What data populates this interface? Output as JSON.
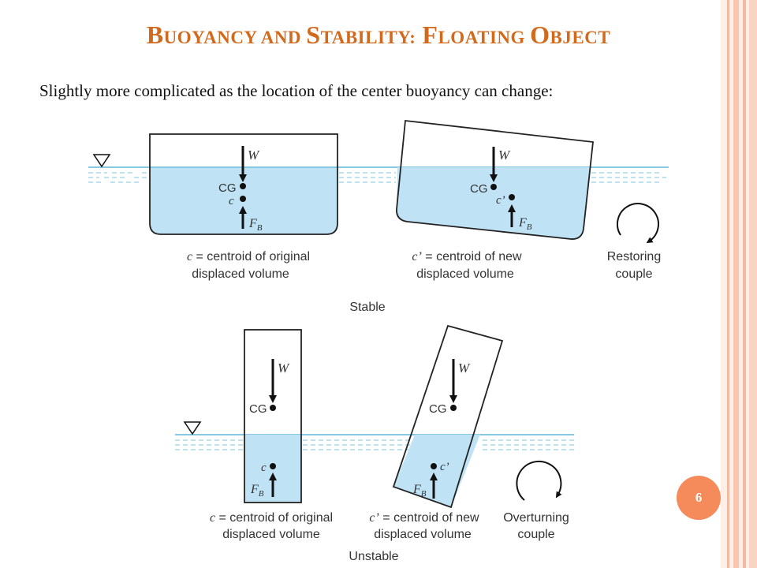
{
  "title": {
    "part1_first": "B",
    "part1_rest": "UOYANCY AND ",
    "part2_first": "S",
    "part2_rest": "TABILITY:",
    "part3_first": "F",
    "part3_rest": "LOATING ",
    "part4_first": "O",
    "part4_rest": "BJECT"
  },
  "subtitle": "Slightly more complicated as the location of the center buoyancy can change:",
  "labels": {
    "weight": "W",
    "cg": "CG",
    "c": "c",
    "c_prime": "c’",
    "fb": "F",
    "fb_sub": "B"
  },
  "stable": {
    "caption": "Stable",
    "left_caption_var": "c",
    "left_caption_line1": " = centroid of original",
    "left_caption_line2": "displaced volume",
    "right_caption_var": "c’",
    "right_caption_line1": " = centroid of new",
    "right_caption_line2": "displaced volume",
    "couple_line1": "Restoring",
    "couple_line2": "couple"
  },
  "unstable": {
    "caption": "Unstable",
    "left_caption_var": "c",
    "left_caption_line1": " = centroid of original",
    "left_caption_line2": "displaced volume",
    "right_caption_var": "c’",
    "right_caption_line1": " = centroid of new",
    "right_caption_line2": "displaced volume",
    "couple_line1": "Overturning",
    "couple_line2": "couple"
  },
  "page_number": "6",
  "colors": {
    "title": "#d26a1e",
    "water": "#bfe3f5",
    "water_line": "#5fb8d8",
    "badge": "#f58b5a",
    "stripe": "#f7c6b3"
  }
}
